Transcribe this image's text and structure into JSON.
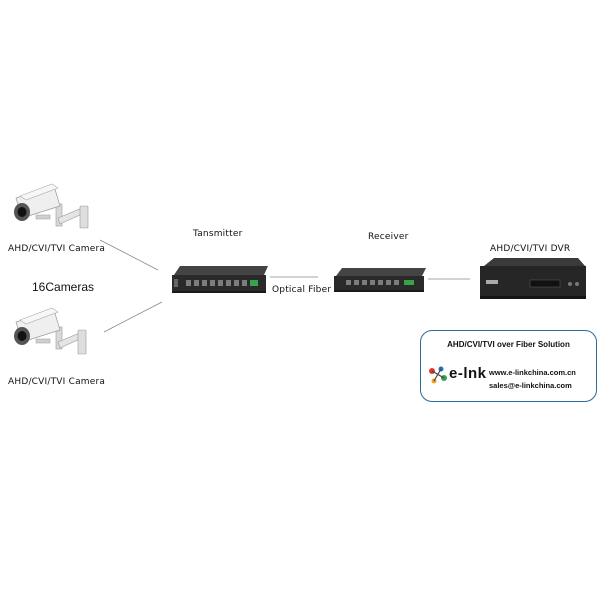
{
  "labels": {
    "camera_top": "AHD/CVI/TVI Camera",
    "camera_bottom": "AHD/CVI/TVI Camera",
    "camera_count": "16Cameras",
    "transmitter": "Tansmitter",
    "receiver": "Receiver",
    "optical_fiber": "Optical Fiber",
    "dvr": "AHD/CVI/TVI DVR"
  },
  "info_box": {
    "title": "AHD/CVI/TVI over Fiber Solution",
    "brand": "e-lnk",
    "website": "www.e-linkchina.com.cn",
    "email": "sales@e-linkchina.com"
  },
  "colors": {
    "device_body": "#2a2a2a",
    "connector": "#7c7c7c",
    "box_border": "#2b6a9e",
    "logo_red": "#e0392b",
    "logo_blue": "#2a6fb5",
    "logo_green": "#3aa14a"
  }
}
